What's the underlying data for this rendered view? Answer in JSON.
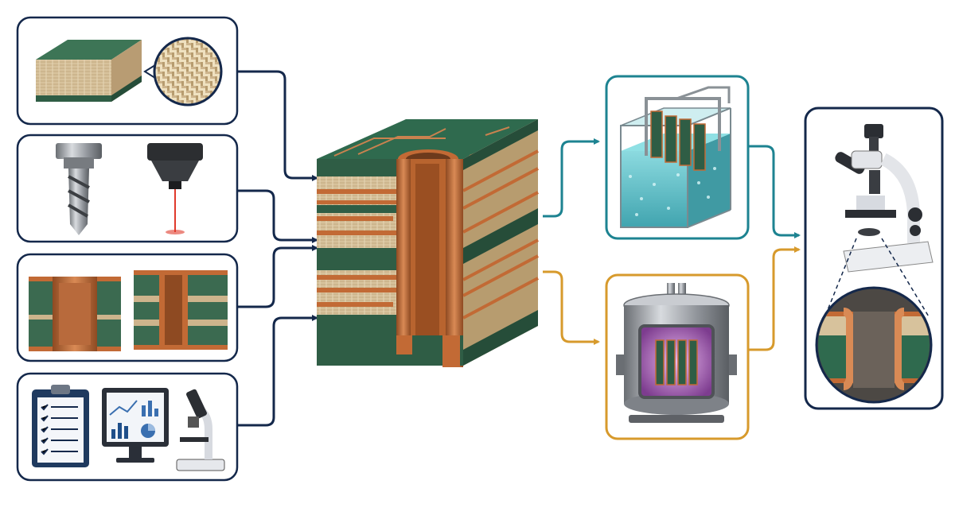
{
  "colors": {
    "navy": "#14284b",
    "teal": "#1d8391",
    "amber": "#d79a2c",
    "pcb_green": "#2f5d45",
    "fr4_tan": "#cdb48c",
    "copper": "#c26a35",
    "background": "#ffffff"
  },
  "icons": {
    "input_laminate": [
      "laminate-block-icon",
      "glass-weave-magnifier-icon"
    ],
    "input_drilling": [
      "drill-bit-icon",
      "laser-drill-head-icon"
    ],
    "input_plating": [
      "plated-via-cross-section-icon",
      "plated-via-cross-section-icon"
    ],
    "input_inspection": [
      "checklist-clipboard-icon",
      "analytics-monitor-icon",
      "microscope-icon"
    ],
    "center": "multilayer-pcb-via-cutaway-icon",
    "process_wet": "immersion-bath-tank-icon",
    "process_plasma": "plasma-vacuum-chamber-icon",
    "output": [
      "inspection-microscope-icon",
      "via-cross-section-detail-icon"
    ]
  },
  "connectors": [
    {
      "from": "input_laminate",
      "to": "center",
      "color": "navy"
    },
    {
      "from": "input_drilling",
      "to": "center",
      "color": "navy"
    },
    {
      "from": "input_plating",
      "to": "center",
      "color": "navy"
    },
    {
      "from": "input_inspection",
      "to": "center",
      "color": "navy"
    },
    {
      "from": "center",
      "to": "process_wet",
      "color": "teal"
    },
    {
      "from": "center",
      "to": "process_plasma",
      "color": "amber"
    },
    {
      "from": "process_wet",
      "to": "output",
      "color": "teal"
    },
    {
      "from": "process_plasma",
      "to": "output",
      "color": "amber"
    }
  ]
}
